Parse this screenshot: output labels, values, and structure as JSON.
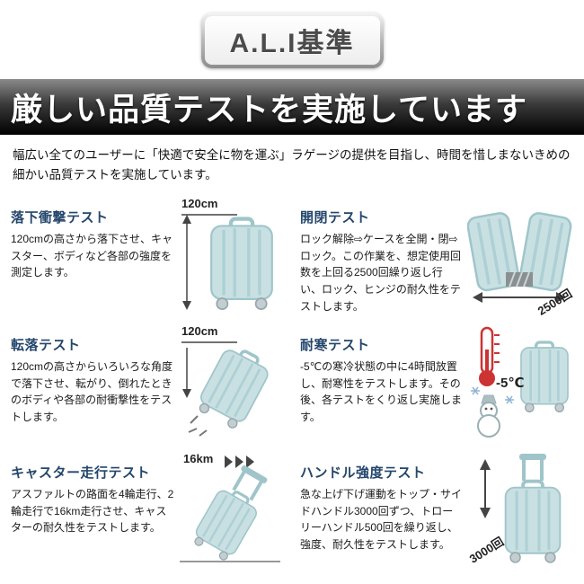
{
  "badge": {
    "label": "A.L.I基準"
  },
  "header": {
    "title": "厳しい品質テストを実施しています"
  },
  "intro": "幅広い全てのユーザーに「快適で安全に物を運ぶ」ラゲージの提供を目指し、時間を惜しまないきめの細かい品質テストを実施しています。",
  "tests": [
    {
      "name": "落下衝撃テスト",
      "description": "120cmの高さから落下させ、キャスター、ボディなど各部の強度を測定します。",
      "annotation": "120cm",
      "icon": "suitcase-drop-icon"
    },
    {
      "name": "開閉テスト",
      "description": "ロック解除⇨ケースを全開・閉⇨ロック。この作業を、想定使用回数を上回る2500回繰り返し行い、ロック、ヒンジの耐久性をテストします。",
      "annotation": "2500回",
      "icon": "suitcase-open-icon"
    },
    {
      "name": "転落テスト",
      "description": "120cmの高さからいろいろな角度で落下させ、転がり、倒れたときのボディや各部の耐衝撃性をテストします。",
      "annotation": "120cm",
      "icon": "suitcase-tumble-icon"
    },
    {
      "name": "耐寒テスト",
      "description": "-5℃の寒冷状態の中に4時間放置し、耐寒性をテストします。その後、各テストをくり返し実施します。",
      "annotation": "-5℃",
      "icon": "thermometer-snowman-icon"
    },
    {
      "name": "キャスター走行テスト",
      "description": "アスファルトの路面を4輪走行、2輪走行で16km走行させ、キャスターの耐久性をテストします。",
      "annotation": "16km",
      "icon": "suitcase-rolling-icon"
    },
    {
      "name": "ハンドル強度テスト",
      "description": "急な上げ下げ運動をトップ・サイドハンドル3000回ずつ、トローリーハンドル500回を繰り返し、強度、耐久性をテストします。",
      "annotation": "3000回",
      "icon": "suitcase-handle-icon"
    }
  ],
  "colors": {
    "heading_navy": "#24466b",
    "title_text": "#ffffff",
    "title_bar_dark": "#000000",
    "suitcase_fill": "#c9e0e3",
    "suitcase_line": "#9fc5ca",
    "thermometer_red": "#cc3333"
  }
}
